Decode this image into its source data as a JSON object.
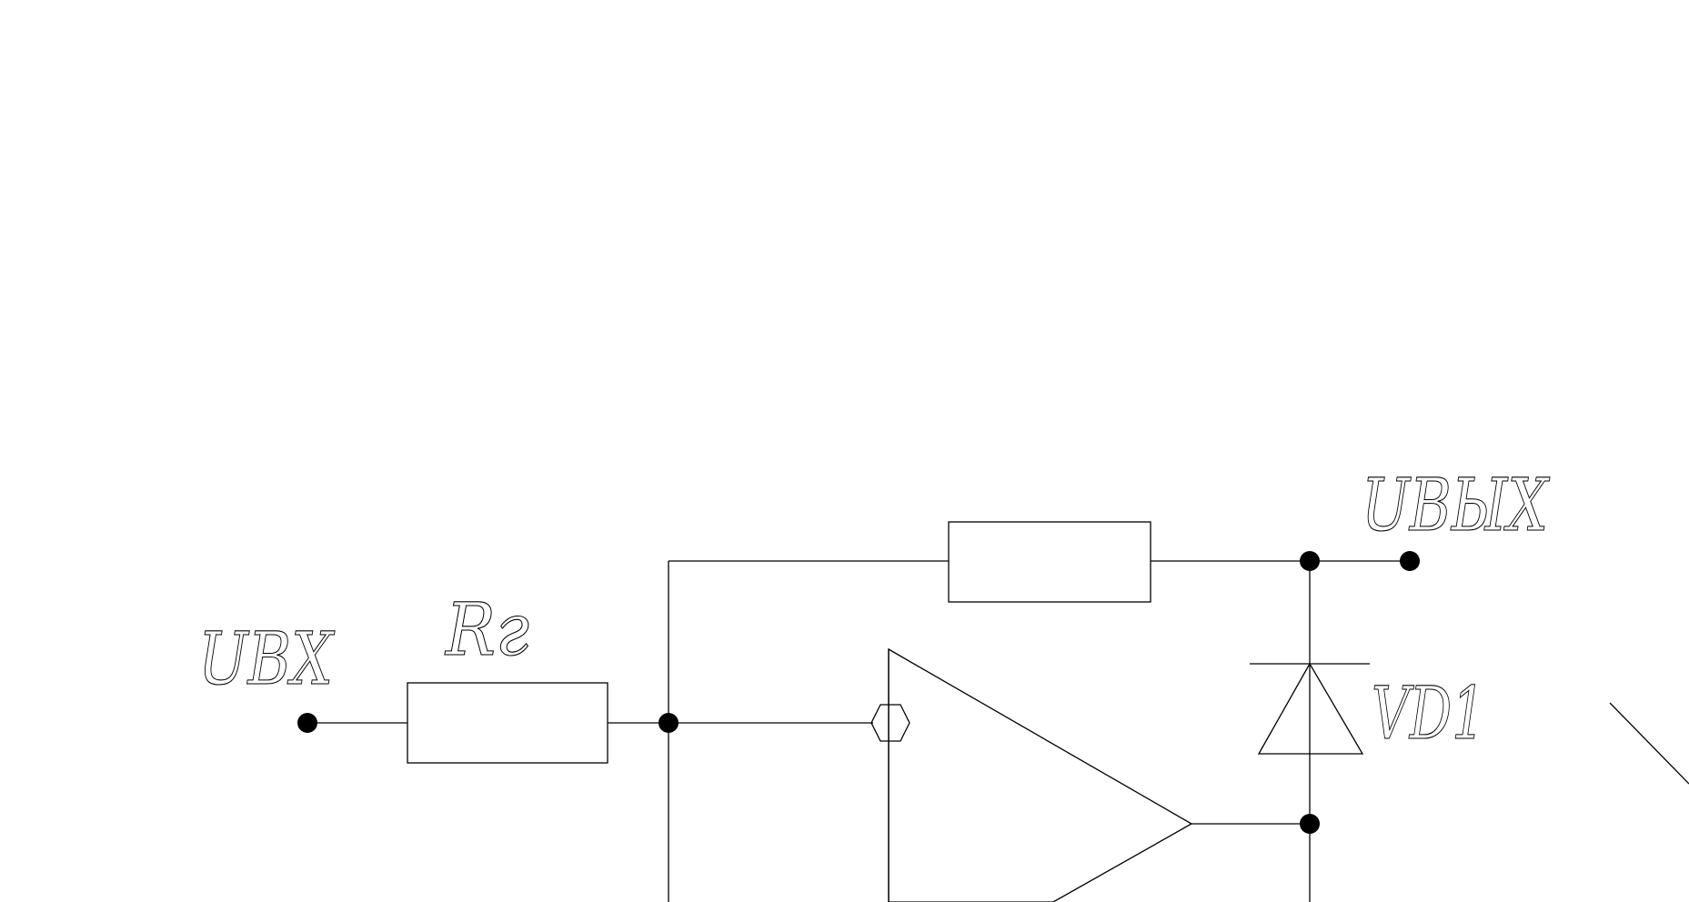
{
  "schematic": {
    "labels": {
      "input": "UBX",
      "output": "UBЫX",
      "resistor": "Rг",
      "diode": "VD1"
    }
  }
}
